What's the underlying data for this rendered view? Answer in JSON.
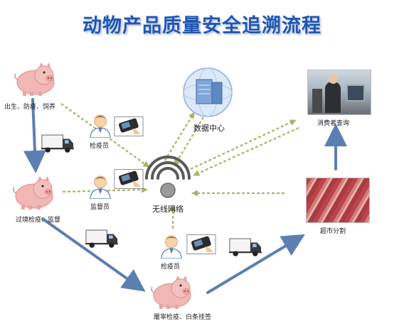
{
  "title": "动物产品质量安全追溯流程",
  "nodes": {
    "birth": "出生、防疫、饲养",
    "transit": "过境检疫、监督",
    "slaughter": "屠宰检疫、白条挂签",
    "inspector_top": "检疫员",
    "supervisor": "监督员",
    "inspector_bottom": "检疫员",
    "data_center": "数据中心",
    "wireless": "无线网络",
    "consumer": "消费者查询",
    "supermarket": "超市分割"
  },
  "colors": {
    "title": "#1f56b4",
    "flow_arrow": "#5b7fb0",
    "data_arrow": "#a8b36a",
    "pig": "#f2b6b4"
  }
}
